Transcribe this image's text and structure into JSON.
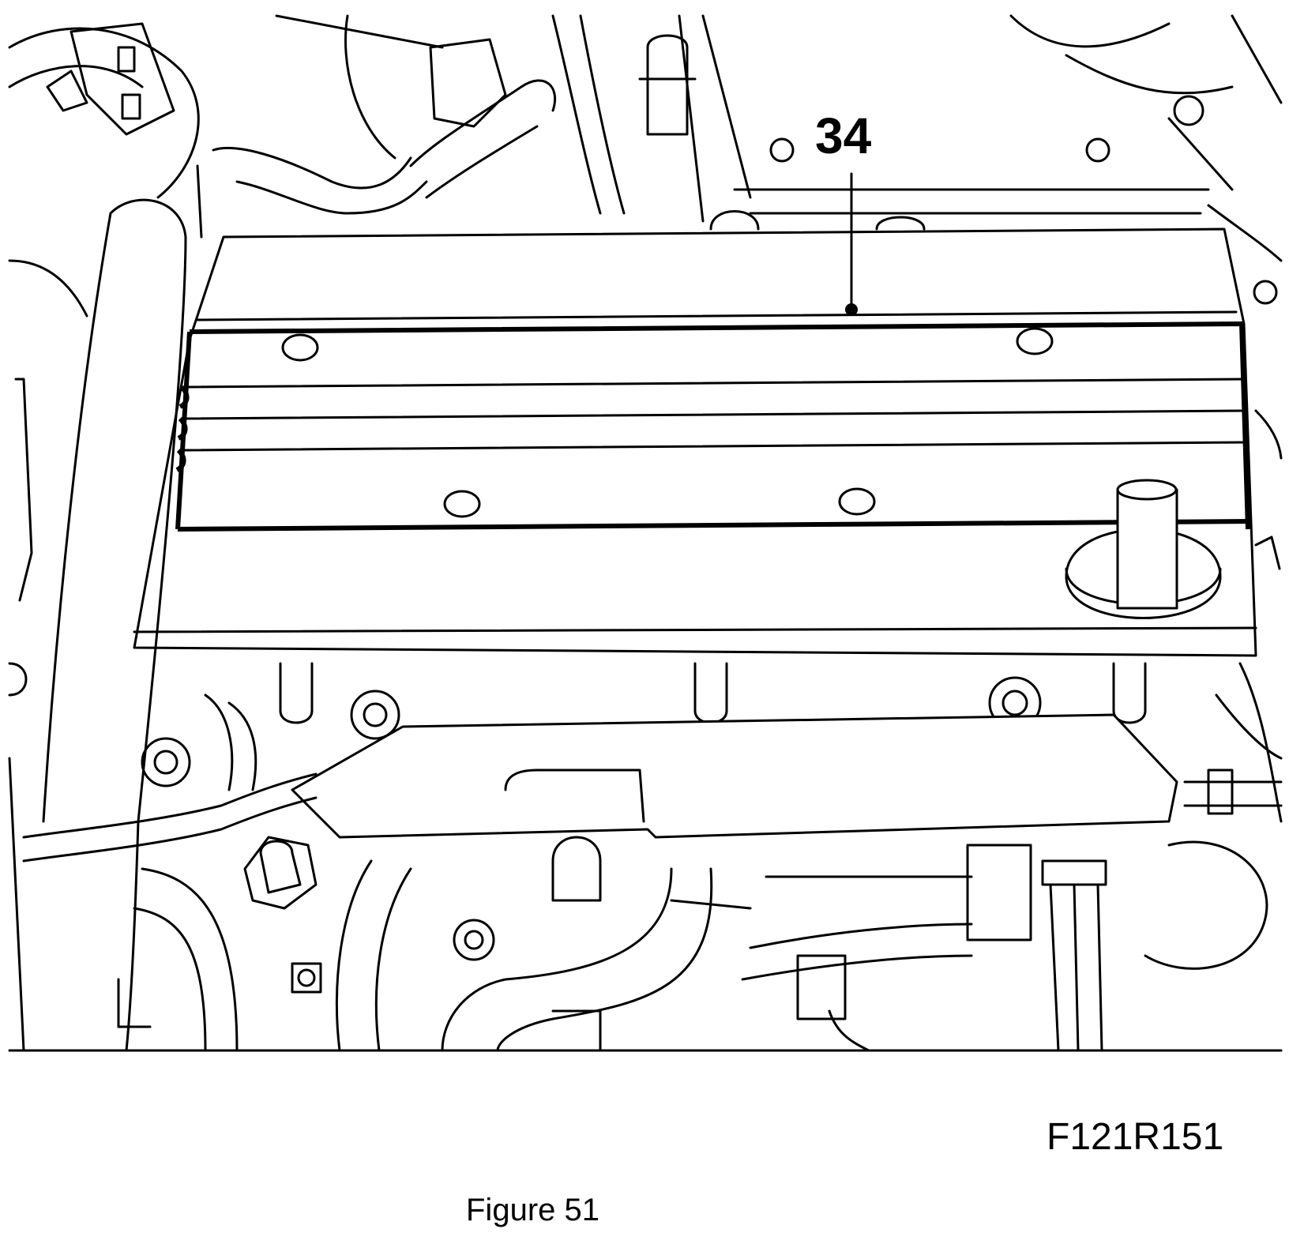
{
  "callout": {
    "label": "34"
  },
  "drawing_code": "F121R151",
  "caption": "Figure 51",
  "colors": {
    "line": "#000000",
    "background": "#ffffff"
  }
}
